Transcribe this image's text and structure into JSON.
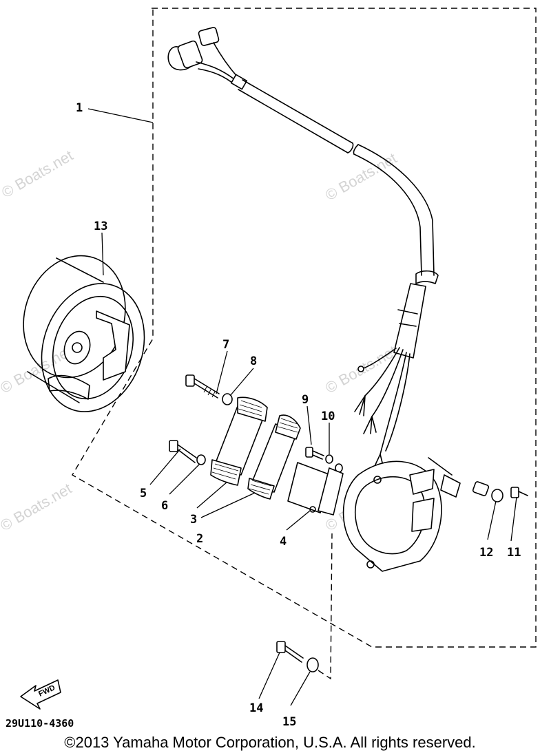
{
  "watermark": "© Boats.net",
  "callouts": {
    "c1": "1",
    "c2": "2",
    "c3": "3",
    "c4": "4",
    "c5": "5",
    "c6": "6",
    "c7": "7",
    "c8": "8",
    "c9": "9",
    "c10": "10",
    "c11": "11",
    "c12": "12",
    "c13": "13",
    "c14": "14",
    "c15": "15"
  },
  "fwd_label": "FWD",
  "diagram_code": "29U110-4360",
  "copyright": "©2013 Yamaha Motor Corporation, U.S.A. All rights reserved."
}
